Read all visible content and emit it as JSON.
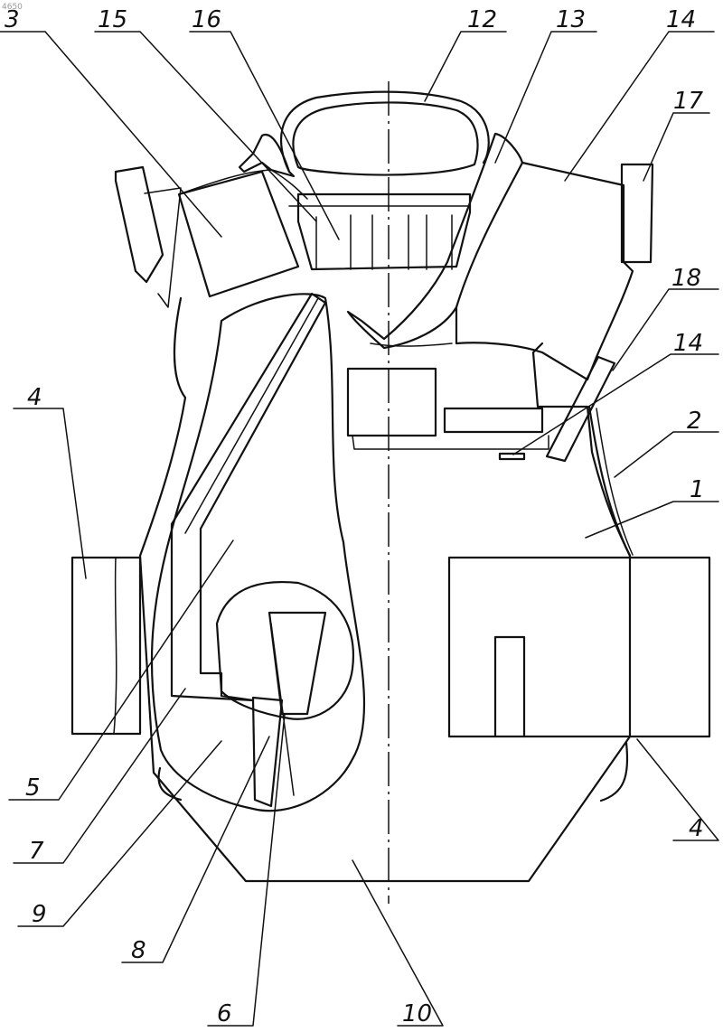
{
  "labels": {
    "l1": "1",
    "l2": "2",
    "l3": "3",
    "l4a": "4",
    "l4b": "4",
    "l5": "5",
    "l6": "6",
    "l7": "7",
    "l8": "8",
    "l9": "9",
    "l10": "10",
    "l12": "12",
    "l13": "13",
    "l14a": "14",
    "l14b": "14",
    "l15": "15",
    "l16": "16",
    "l17": "17",
    "l18": "18"
  },
  "corner_mark": "4650"
}
